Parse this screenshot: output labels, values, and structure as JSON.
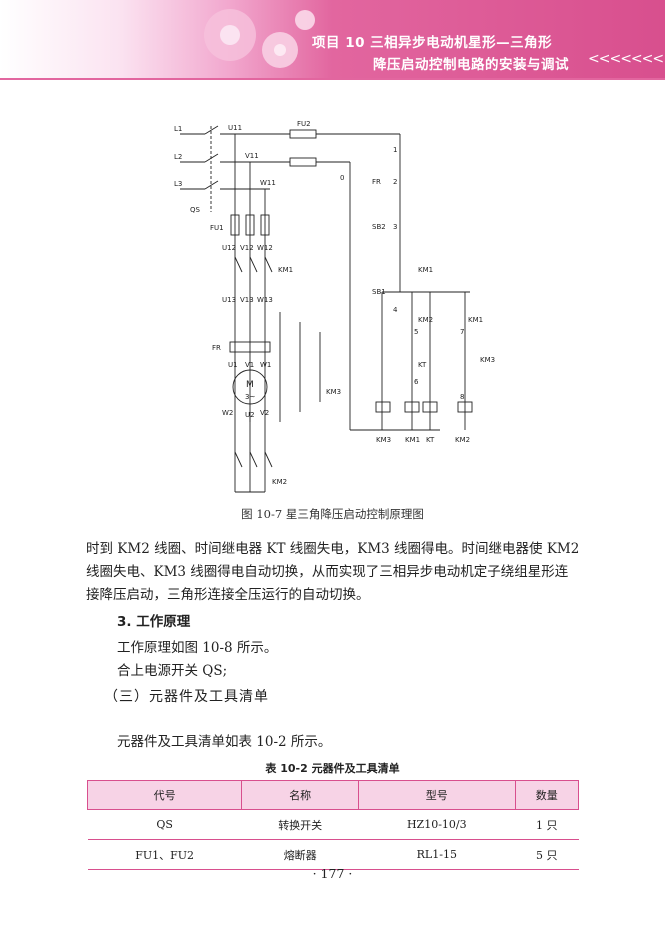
{
  "header": {
    "line1": "项目 10   三相异步电动机星形—三角形",
    "line2": "降压启动控制电路的安装与调试",
    "chevrons": "<<<<<<<"
  },
  "figure": {
    "caption": "图 10-7   星三角降压启动控制原理图",
    "labels": {
      "l1": "L1",
      "l2": "L2",
      "l3": "L3",
      "qs": "QS",
      "u11": "U11",
      "v11": "V11",
      "w11": "W11",
      "fu1": "FU1",
      "fu2": "FU2",
      "u12": "U12",
      "v12": "V12",
      "w12": "W12",
      "u13": "U13",
      "v13": "V13",
      "w13": "W13",
      "km1": "KM1",
      "km2": "KM2",
      "km3": "KM3",
      "fr": "FR",
      "u1": "U1",
      "v1": "V1",
      "w1": "W1",
      "u2": "U2",
      "v2": "V2",
      "w2": "W2",
      "motor": "M",
      "motor_sub": "3~",
      "zero": "0",
      "sb1": "SB1",
      "sb2": "SB2",
      "kt": "KT",
      "n1": "1",
      "n2": "2",
      "n3": "3",
      "n4": "4",
      "n5": "5",
      "n6": "6",
      "n7": "7",
      "n8": "8",
      "coil1": "KM3",
      "coil2": "KM1",
      "coil3": "KT",
      "coil4": "KM2"
    }
  },
  "body": {
    "para1_line1": "时到 KM2 线圈、时间继电器 KT 线圈失电，KM3 线圈得电。时间继电器使 KM2",
    "para1_line2": "线圈失电、KM3 线圈得电自动切换，从而实现了三相异步电动机定子绕组星形连",
    "para1_line3": "接降压启动，三角形连接全压运行的自动切换。",
    "heading3": "3. 工作原理",
    "work1": "工作原理如图 10-8 所示。",
    "work2": "合上电源开关 QS;",
    "section": "（三）元器件及工具清单",
    "list_intro": "元器件及工具清单如表 10-2 所示。"
  },
  "table": {
    "caption": "表 10-2   元器件及工具清单",
    "headers": [
      "代号",
      "名称",
      "型号",
      "数量"
    ],
    "rows": [
      [
        "QS",
        "转换开关",
        "HZ10-10/3",
        "1 只"
      ],
      [
        "FU1、FU2",
        "熔断器",
        "RL1-15",
        "5 只"
      ]
    ]
  },
  "page_number": "· 177 ·",
  "colors": {
    "accent": "#d84f8e",
    "header_light": "#f2a9cf",
    "table_header": "#f7d3e6"
  }
}
